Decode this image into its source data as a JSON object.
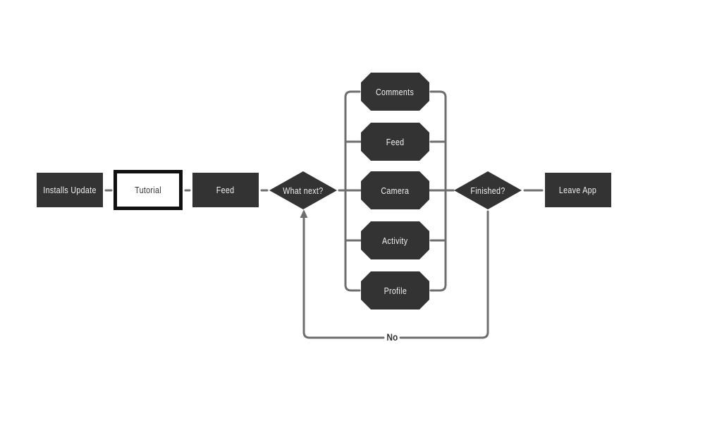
{
  "diagram": {
    "type": "flowchart",
    "nodes": {
      "installs_update": {
        "label": "Installs Update",
        "shape": "rectangle"
      },
      "tutorial": {
        "label": "Tutorial",
        "shape": "rectangle-outlined"
      },
      "feed_start": {
        "label": "Feed",
        "shape": "rectangle"
      },
      "what_next": {
        "label": "What next?",
        "shape": "decision-diamond"
      },
      "comments": {
        "label": "Comments",
        "shape": "octagon"
      },
      "feed": {
        "label": "Feed",
        "shape": "octagon"
      },
      "camera": {
        "label": "Camera",
        "shape": "octagon"
      },
      "activity": {
        "label": "Activity",
        "shape": "octagon"
      },
      "profile": {
        "label": "Profile",
        "shape": "octagon"
      },
      "finished": {
        "label": "Finished?",
        "shape": "decision-diamond"
      },
      "leave_app": {
        "label": "Leave App",
        "shape": "rectangle"
      }
    },
    "edges": {
      "flow": [
        "Installs Update -> Tutorial",
        "Tutorial -> Feed",
        "Feed -> What next?",
        "What next? -> Comments | Feed | Camera | Activity | Profile",
        "Comments | Feed | Camera | Activity | Profile -> Finished?",
        "Finished? -> Leave App",
        "Finished? -No-> What next?"
      ],
      "no_label": "No"
    },
    "colors": {
      "background": "#ffffff",
      "node_fill": "#333333",
      "node_text": "#f2f2f2",
      "outline_border": "#111111",
      "outline_text": "#333333",
      "line": "#6e6e6e",
      "edge_label_text": "#333333"
    }
  }
}
